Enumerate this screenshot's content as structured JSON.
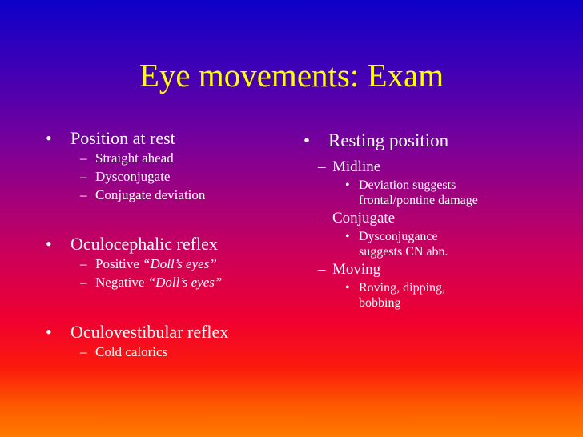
{
  "slide": {
    "title": "Eye movements:  Exam",
    "bullet_glyph": "•",
    "dash_glyph": "–",
    "left": {
      "sections": [
        {
          "heading": "Position at rest",
          "items": [
            {
              "text": "Straight ahead"
            },
            {
              "text": "Dysconjugate"
            },
            {
              "text": "Conjugate deviation"
            }
          ]
        },
        {
          "heading": "Oculocephalic reflex",
          "items": [
            {
              "text": "Positive ",
              "italic": "“Doll’s eyes”"
            },
            {
              "text": "Negative ",
              "italic": "“Doll’s eyes”"
            }
          ]
        },
        {
          "heading": "Oculovestibular reflex",
          "items": [
            {
              "text": "Cold calorics"
            }
          ]
        }
      ]
    },
    "right": {
      "heading": "Resting position",
      "items": [
        {
          "label": "Midline",
          "sub": [
            "Deviation suggests",
            "frontal/pontine damage"
          ]
        },
        {
          "label": "Conjugate",
          "sub": [
            "Dysconjugance",
            "suggests CN abn."
          ]
        },
        {
          "label": "Moving",
          "sub": [
            "Roving, dipping,",
            "bobbing"
          ]
        }
      ]
    }
  }
}
